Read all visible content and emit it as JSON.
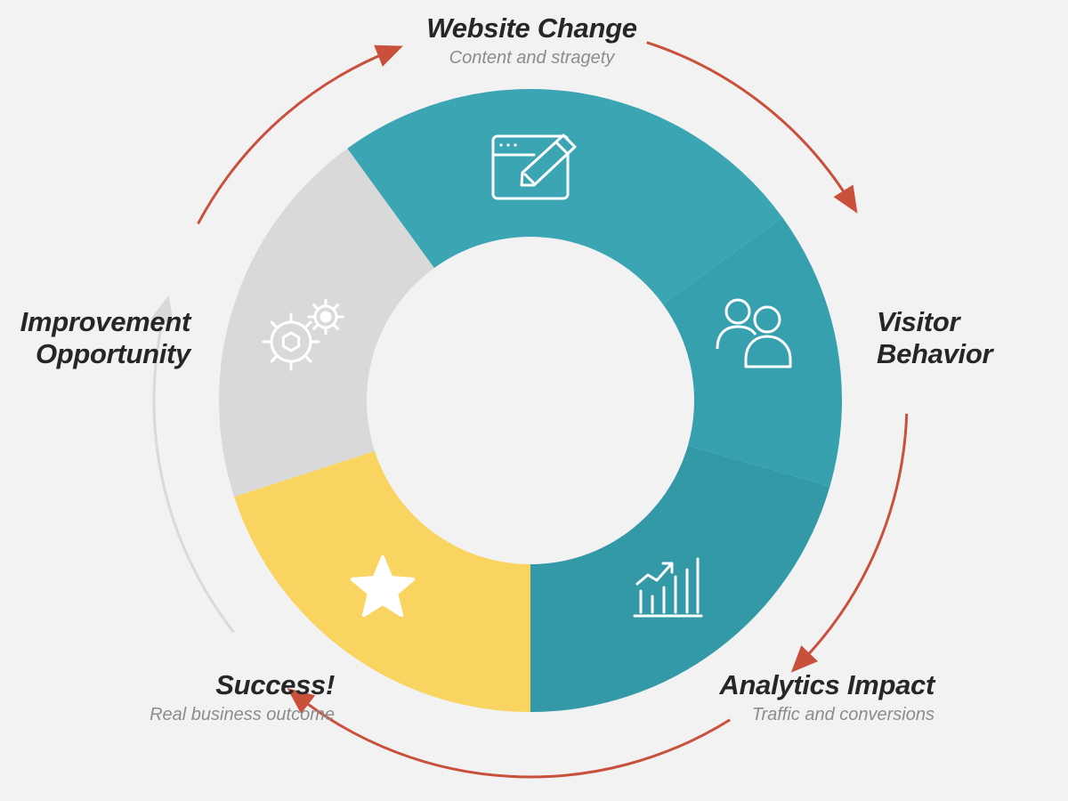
{
  "colors": {
    "background": "#f2f2f2",
    "teal_light": "#3ba5b4",
    "teal_mid": "#36a0ae",
    "teal_dark": "#3399a6",
    "yellow": "#f9d461",
    "gray_segment": "#d9d9d9",
    "arrow_red": "#c9503a",
    "arrow_gray": "#dadada",
    "icon_white": "#ffffff"
  },
  "stages": [
    {
      "id": "website-change",
      "title": "Website Change",
      "subtitle": "Content and stragety",
      "icon": "edit-window-icon"
    },
    {
      "id": "visitor-behavior",
      "title": "Visitor Behavior",
      "subtitle": "",
      "icon": "users-icon"
    },
    {
      "id": "analytics-impact",
      "title": "Analytics Impact",
      "subtitle": "Traffic and conversions",
      "icon": "bar-chart-icon"
    },
    {
      "id": "success",
      "title": "Success!",
      "subtitle": "Real business outcome",
      "icon": "star-icon"
    },
    {
      "id": "improvement-opportunity",
      "title": "Improvement Opportunity",
      "subtitle": "",
      "icon": "gears-icon"
    }
  ],
  "labels": {
    "website": {
      "title": "Website Change",
      "subtitle": "Content and stragety"
    },
    "visitor": {
      "line1": "Visitor",
      "line2": "Behavior"
    },
    "analytics": {
      "title": "Analytics Impact",
      "subtitle": "Traffic and conversions"
    },
    "success": {
      "title": "Success!",
      "subtitle": "Real business outcome"
    },
    "improve": {
      "line1": "Improvement",
      "line2": "Opportunity"
    }
  }
}
